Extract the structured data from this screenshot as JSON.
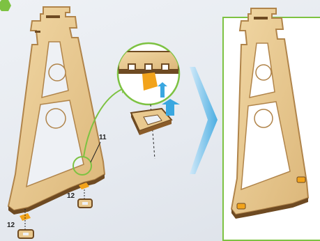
{
  "labels": {
    "part_11": "11",
    "part_12_right": "12",
    "part_12_left": "12"
  },
  "colors": {
    "wood": "#e9c98f",
    "wood_edge": "#b0844a",
    "wood_dark": "#6e4a22",
    "accent_green": "#7dc242",
    "accent_blue": "#3aa7e0",
    "clip_orange": "#f2a31b"
  },
  "icons": {
    "step_marker": "green-hexagon-icon",
    "direction_arrow": "blue-chevron-icon",
    "insert_arrow": "blue-up-arrow-icon"
  }
}
